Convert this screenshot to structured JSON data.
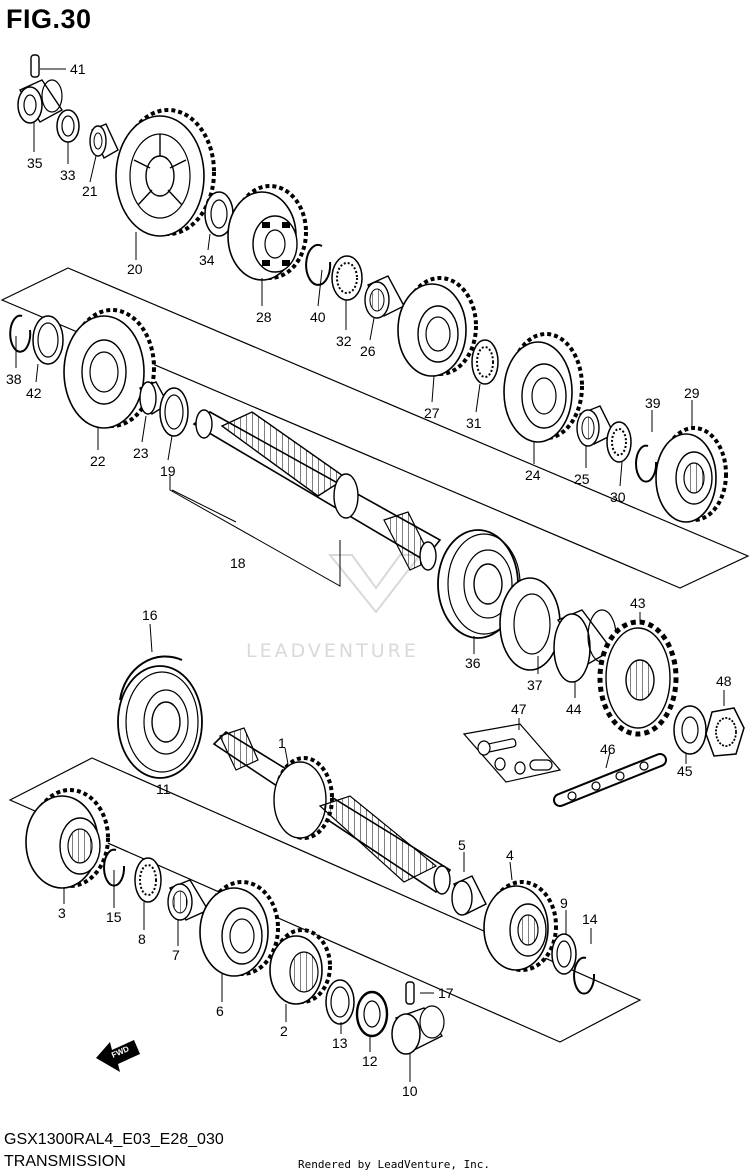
{
  "figure": {
    "title": "FIG.30",
    "model_code": "GSX1300RAL4_E03_E28_030",
    "section_name": "TRANSMISSION",
    "rendered_by": "Rendered by LeadVenture, Inc.",
    "watermark": "LEADVENTURE",
    "direction_label": "FWD"
  },
  "callouts": [
    "41",
    "35",
    "33",
    "21",
    "20",
    "34",
    "28",
    "40",
    "32",
    "26",
    "38",
    "42",
    "22",
    "23",
    "19",
    "27",
    "31",
    "24",
    "25",
    "30",
    "39",
    "29",
    "18",
    "16",
    "36",
    "43",
    "37",
    "44",
    "48",
    "47",
    "45",
    "46",
    "11",
    "1",
    "3",
    "15",
    "8",
    "7",
    "6",
    "5",
    "4",
    "9",
    "14",
    "2",
    "13",
    "17",
    "12",
    "10"
  ]
}
